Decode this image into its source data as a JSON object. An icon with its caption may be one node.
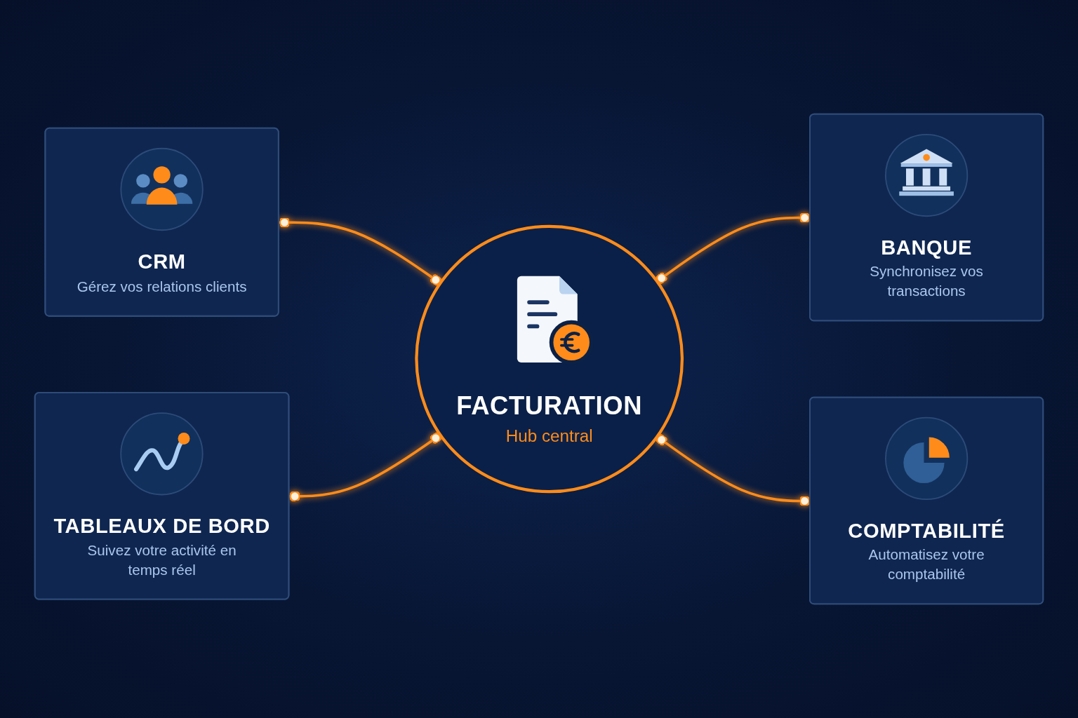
{
  "diagram": {
    "nodes": [
      {
        "text": [
          "CRM",
          "Gérez vos relations clients"
        ]
      },
      {
        "text": [
          "BANQUE",
          "Synchronisez vos transactions"
        ]
      },
      {
        "text": [
          "FACTURATION",
          "Hub central"
        ]
      },
      {
        "text": [
          "TABLEAUX DE BORD",
          "Suivez votre activité en temps réel"
        ]
      },
      {
        "text": [
          "COMPTABILITÉ",
          "Automatisez votre comptabilité"
        ]
      }
    ],
    "edges": [
      {
        "from": 0,
        "to": 2,
        "arrow": "other"
      },
      {
        "from": 2,
        "to": 1,
        "arrow": "other"
      },
      {
        "from": 3,
        "to": 2,
        "arrow": "other"
      },
      {
        "from": 2,
        "to": 4,
        "arrow": "other"
      }
    ]
  }
}
